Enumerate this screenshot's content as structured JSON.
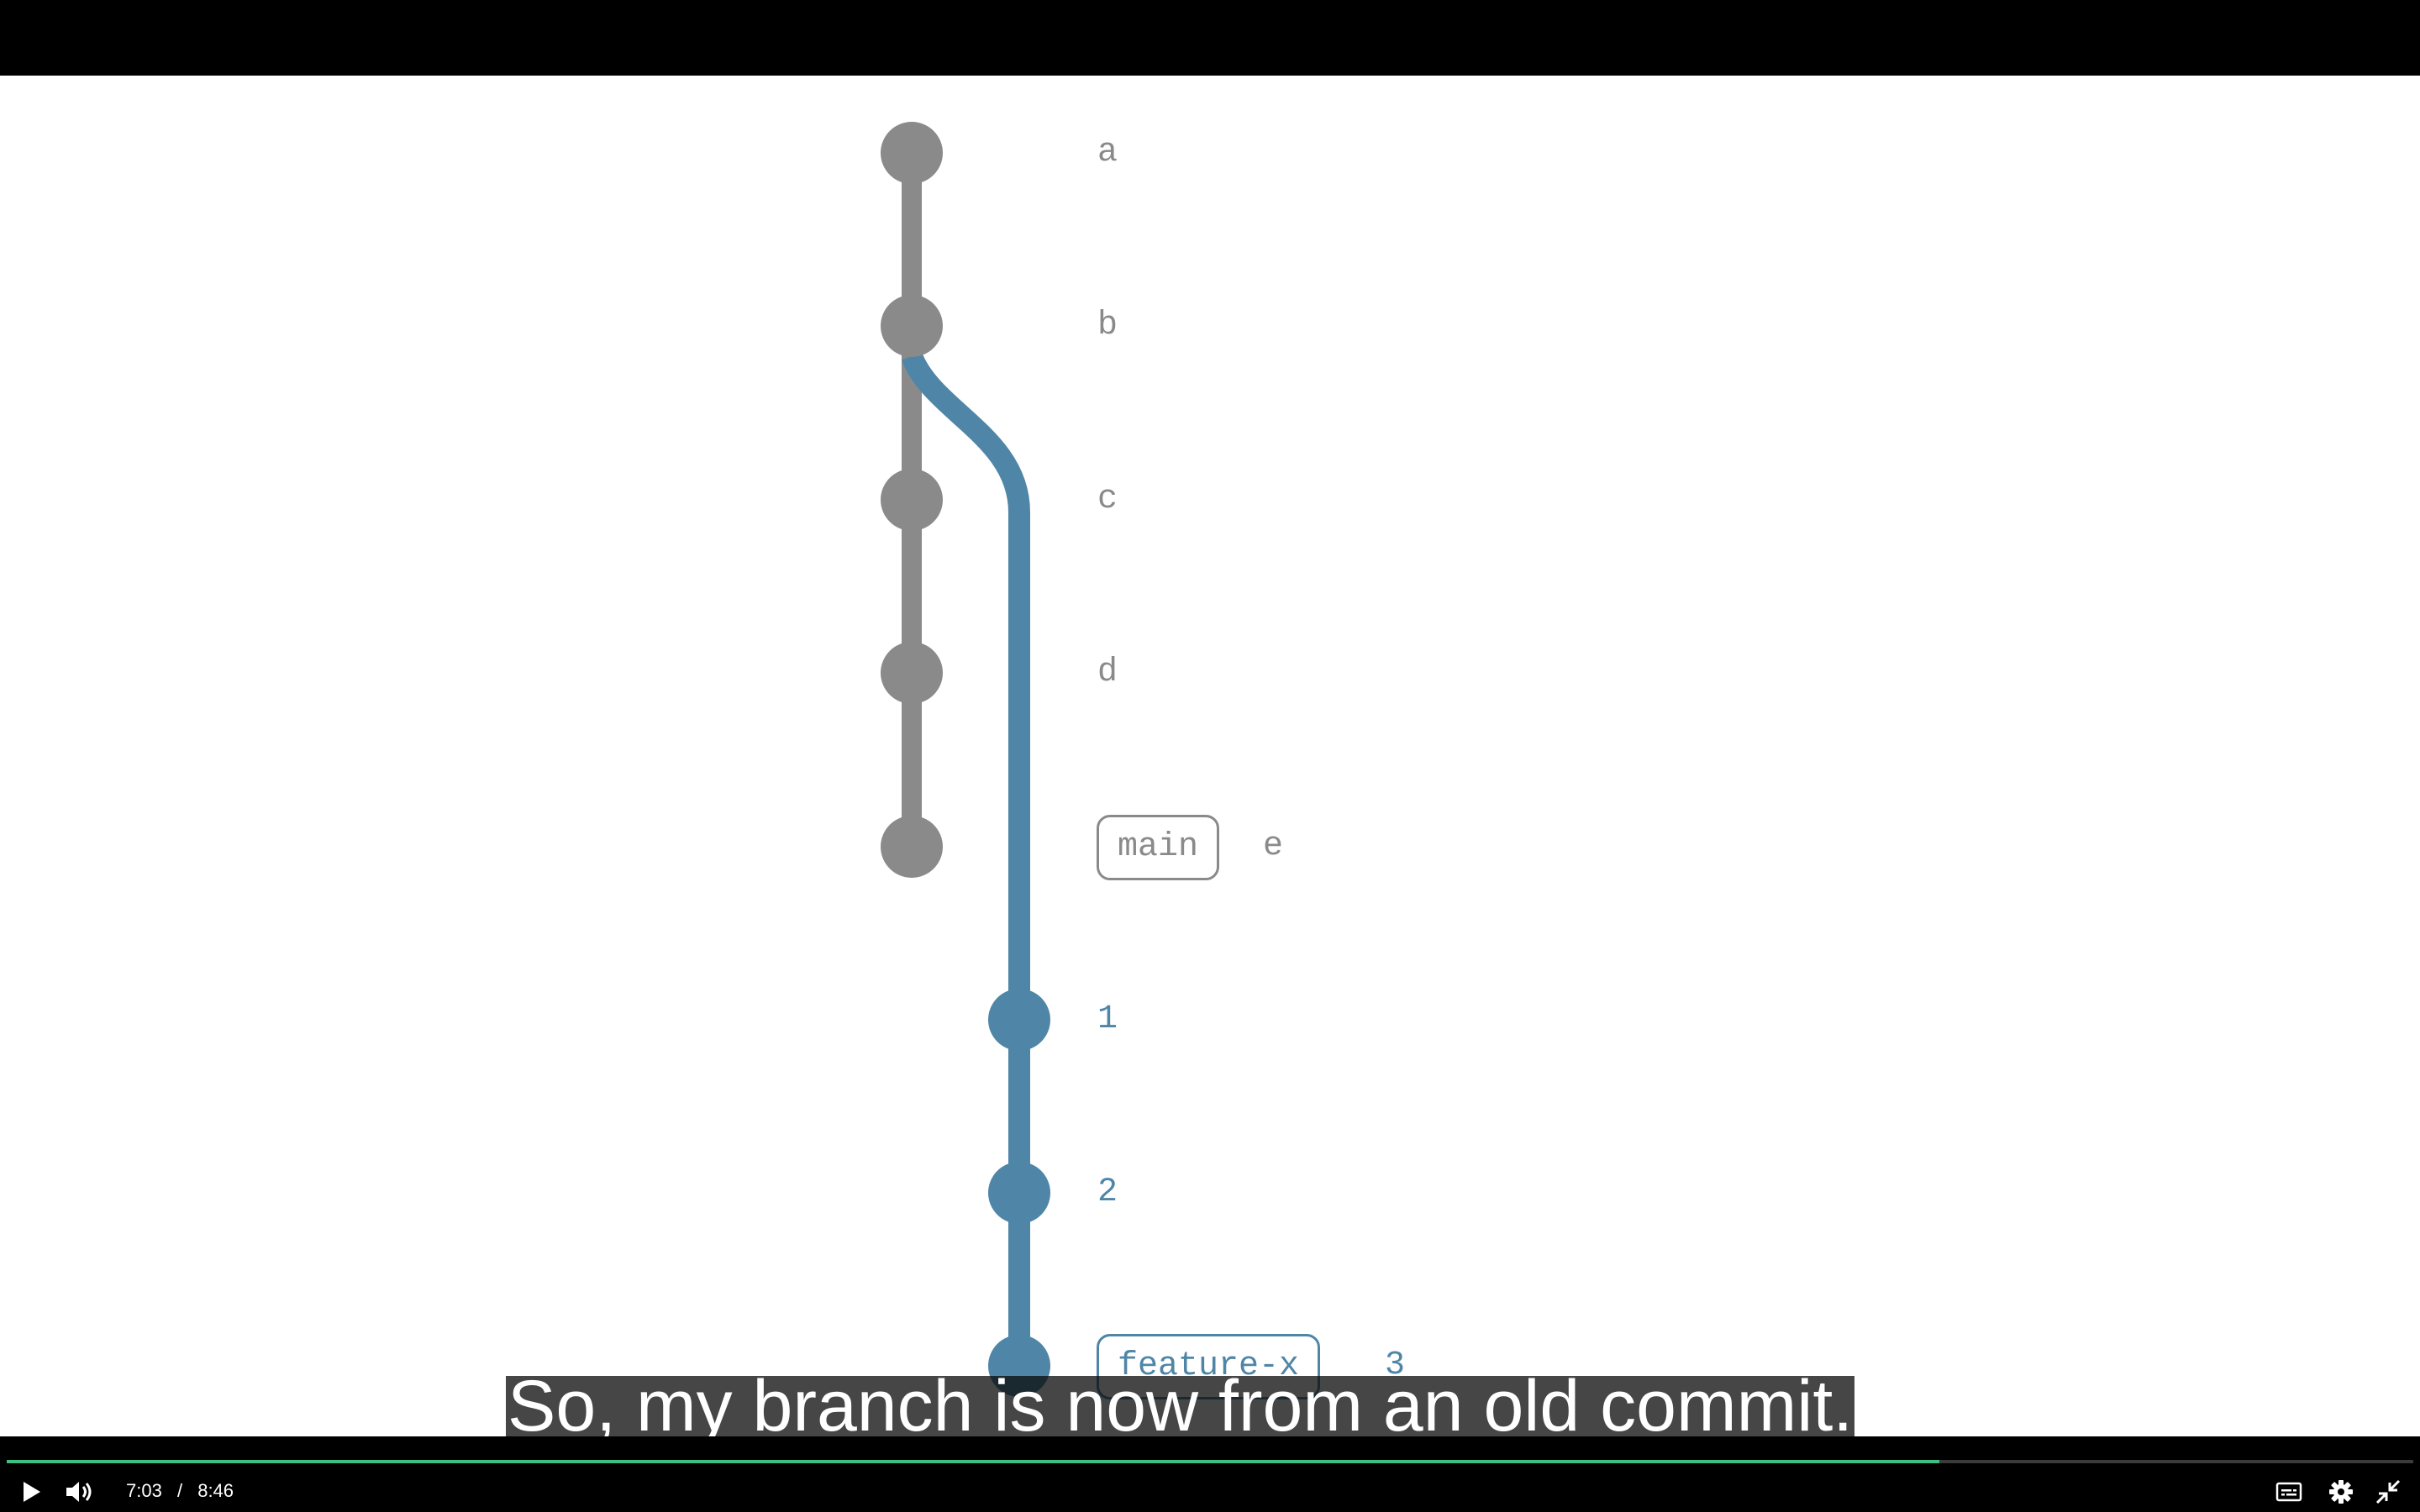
{
  "graph": {
    "main_commits": [
      {
        "label": "a"
      },
      {
        "label": "b"
      },
      {
        "label": "c"
      },
      {
        "label": "d"
      },
      {
        "label": "e",
        "branch": "main"
      }
    ],
    "feature_commits": [
      {
        "label": "1"
      },
      {
        "label": "2"
      },
      {
        "label": "3",
        "branch": "feature-x"
      }
    ],
    "colors": {
      "main": "#8a8a8a",
      "feature": "#4f86a7"
    }
  },
  "subtitle": "So, my branch is now from an old commit.",
  "player": {
    "current_time": "7:03",
    "separator": "/",
    "duration": "8:46",
    "progress_fraction": 0.803,
    "icons": [
      "play-icon",
      "volume-icon",
      "captions-icon",
      "settings-icon",
      "exit-fullscreen-icon"
    ]
  }
}
